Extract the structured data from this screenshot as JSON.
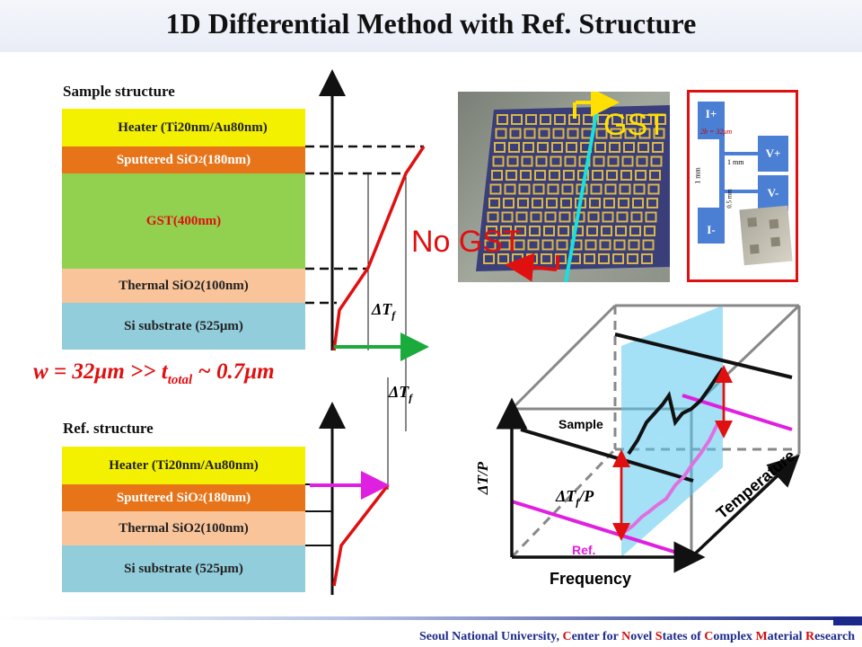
{
  "title": "1D Differential Method with Ref. Structure",
  "sample_structure": {
    "label": "Sample structure",
    "layers": [
      {
        "label": "Heater (Ti20nm/Au80nm)",
        "color": "#f3f000"
      },
      {
        "label": "Sputtered SiO2(180nm)",
        "pre": "Sputtered SiO",
        "sub": "2",
        "post": "(180nm)",
        "color": "#e8741a"
      },
      {
        "label": "GST(400nm)",
        "color": "#92d050",
        "text_color": "#e01010"
      },
      {
        "label": "Thermal SiO2(100nm)",
        "color": "#f9c49a"
      },
      {
        "label": "Si substrate (525μm)",
        "color": "#92cddc"
      }
    ]
  },
  "ref_structure": {
    "label": "Ref. structure",
    "layers": [
      {
        "label": "Heater (Ti20nm/Au80nm)",
        "color": "#f3f000"
      },
      {
        "label": "Sputtered SiO2(180nm)",
        "pre": "Sputtered SiO",
        "sub": "2",
        "post": "(180nm)",
        "color": "#e8741a"
      },
      {
        "label": "Thermal SiO2(100nm)",
        "color": "#f9c49a"
      },
      {
        "label": "Si substrate (525μm)",
        "color": "#92cddc"
      }
    ]
  },
  "equation": {
    "pre": "w = 32μm >> t",
    "sub": "total",
    "post": " ~ 0.7μm"
  },
  "delta_tf": {
    "main": "ΔT",
    "sub": "f"
  },
  "photo": {
    "gst_label": "GST",
    "no_gst_label": "No GST"
  },
  "inset": {
    "i_plus": "I+",
    "v_plus": "V+",
    "v_minus": "V-",
    "i_minus": "I-",
    "dim_32": "2b = 32μm",
    "dim_1mm_a": "1 mm",
    "dim_1mm_b": "1 mm",
    "dim_05": "0.5 mm"
  },
  "plot3d": {
    "sample_label": "Sample",
    "ref_label": "Ref.",
    "y_axis": "ΔT/P",
    "x_axis": "Frequency",
    "z_axis": "Temperature",
    "delta_main": "ΔT",
    "delta_sub": "f",
    "delta_post": "/P"
  },
  "footer": {
    "parts": [
      {
        "t": "Seoul National University, "
      },
      {
        "t": "C",
        "r": true
      },
      {
        "t": "enter for "
      },
      {
        "t": "N",
        "r": true
      },
      {
        "t": "ovel "
      },
      {
        "t": "S",
        "r": true
      },
      {
        "t": "tates of "
      },
      {
        "t": "C",
        "r": true
      },
      {
        "t": "omplex "
      },
      {
        "t": "M",
        "r": true
      },
      {
        "t": "aterial "
      },
      {
        "t": "R",
        "r": true
      },
      {
        "t": "esearch"
      }
    ]
  }
}
